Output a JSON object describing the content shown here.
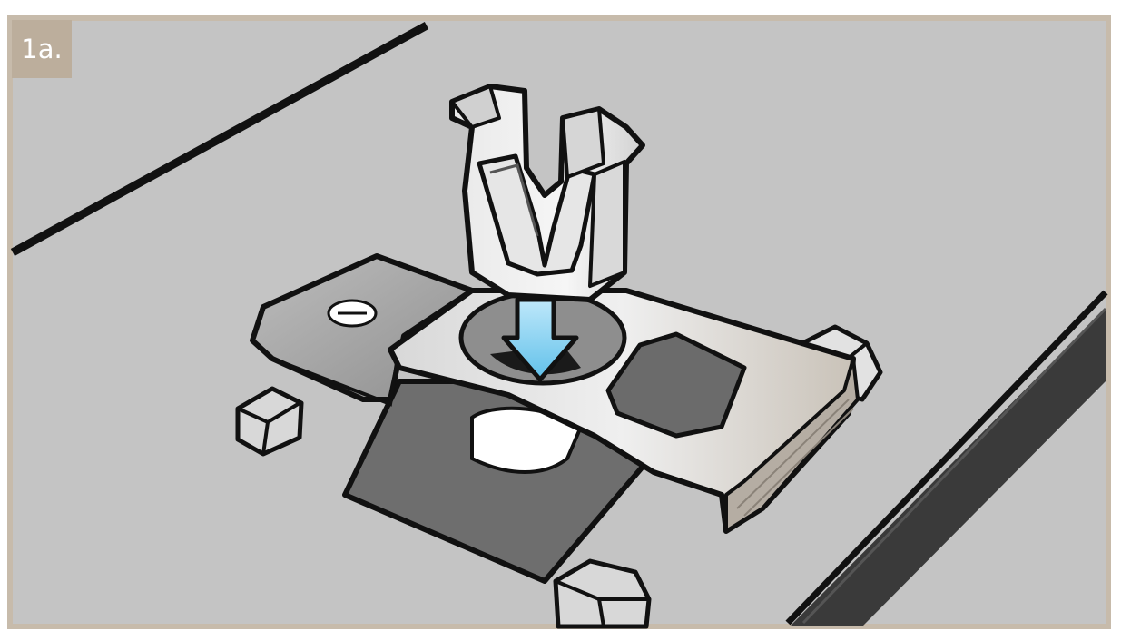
{
  "panel": {
    "step_label": "1a.",
    "frame_color": "#c7bbab",
    "label_bg_color": "#bcae9c",
    "surface_color": "#c4c4c4",
    "arrow_color": "#7ecff0"
  },
  "figure": {
    "parts": [
      "base-plate",
      "retainer-clip",
      "cable-holder",
      "guide-arrow",
      "snap-tab",
      "cut-out"
    ]
  }
}
